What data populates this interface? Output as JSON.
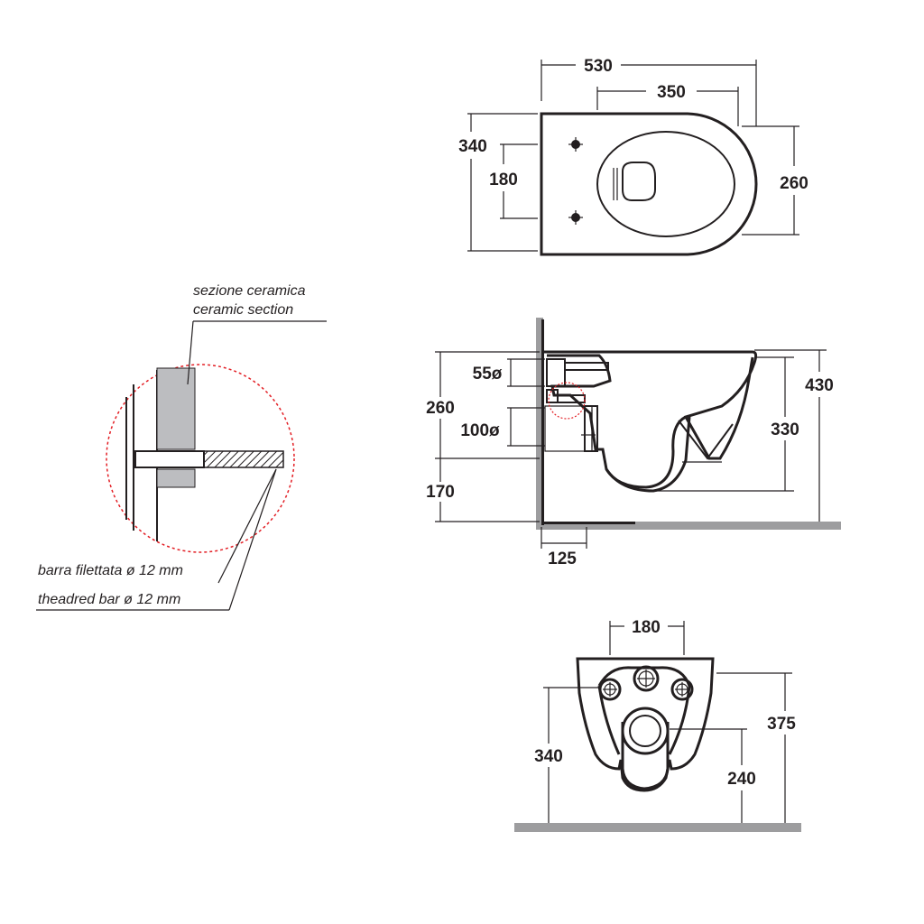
{
  "top_view": {
    "width_overall": "530",
    "bowl_length": "350",
    "width_left": "340",
    "fixing_spacing": "180",
    "width_right": "260"
  },
  "side_view": {
    "outer_height": "260",
    "inlet_diameter": "55ø",
    "outlet_diameter": "100ø",
    "outlet_height": "170",
    "total_height": "430",
    "rim_height": "330",
    "wall_offset": "125"
  },
  "rear_view": {
    "fixing_spacing": "180",
    "fixing_height": "340",
    "overall_height": "375",
    "outlet_height": "240"
  },
  "detail": {
    "section_label_it": "sezione ceramica",
    "section_label_en": "ceramic section",
    "bar_label_it": "barra filettata ø 12 mm",
    "bar_label_en": "theadred bar ø 12 mm"
  }
}
